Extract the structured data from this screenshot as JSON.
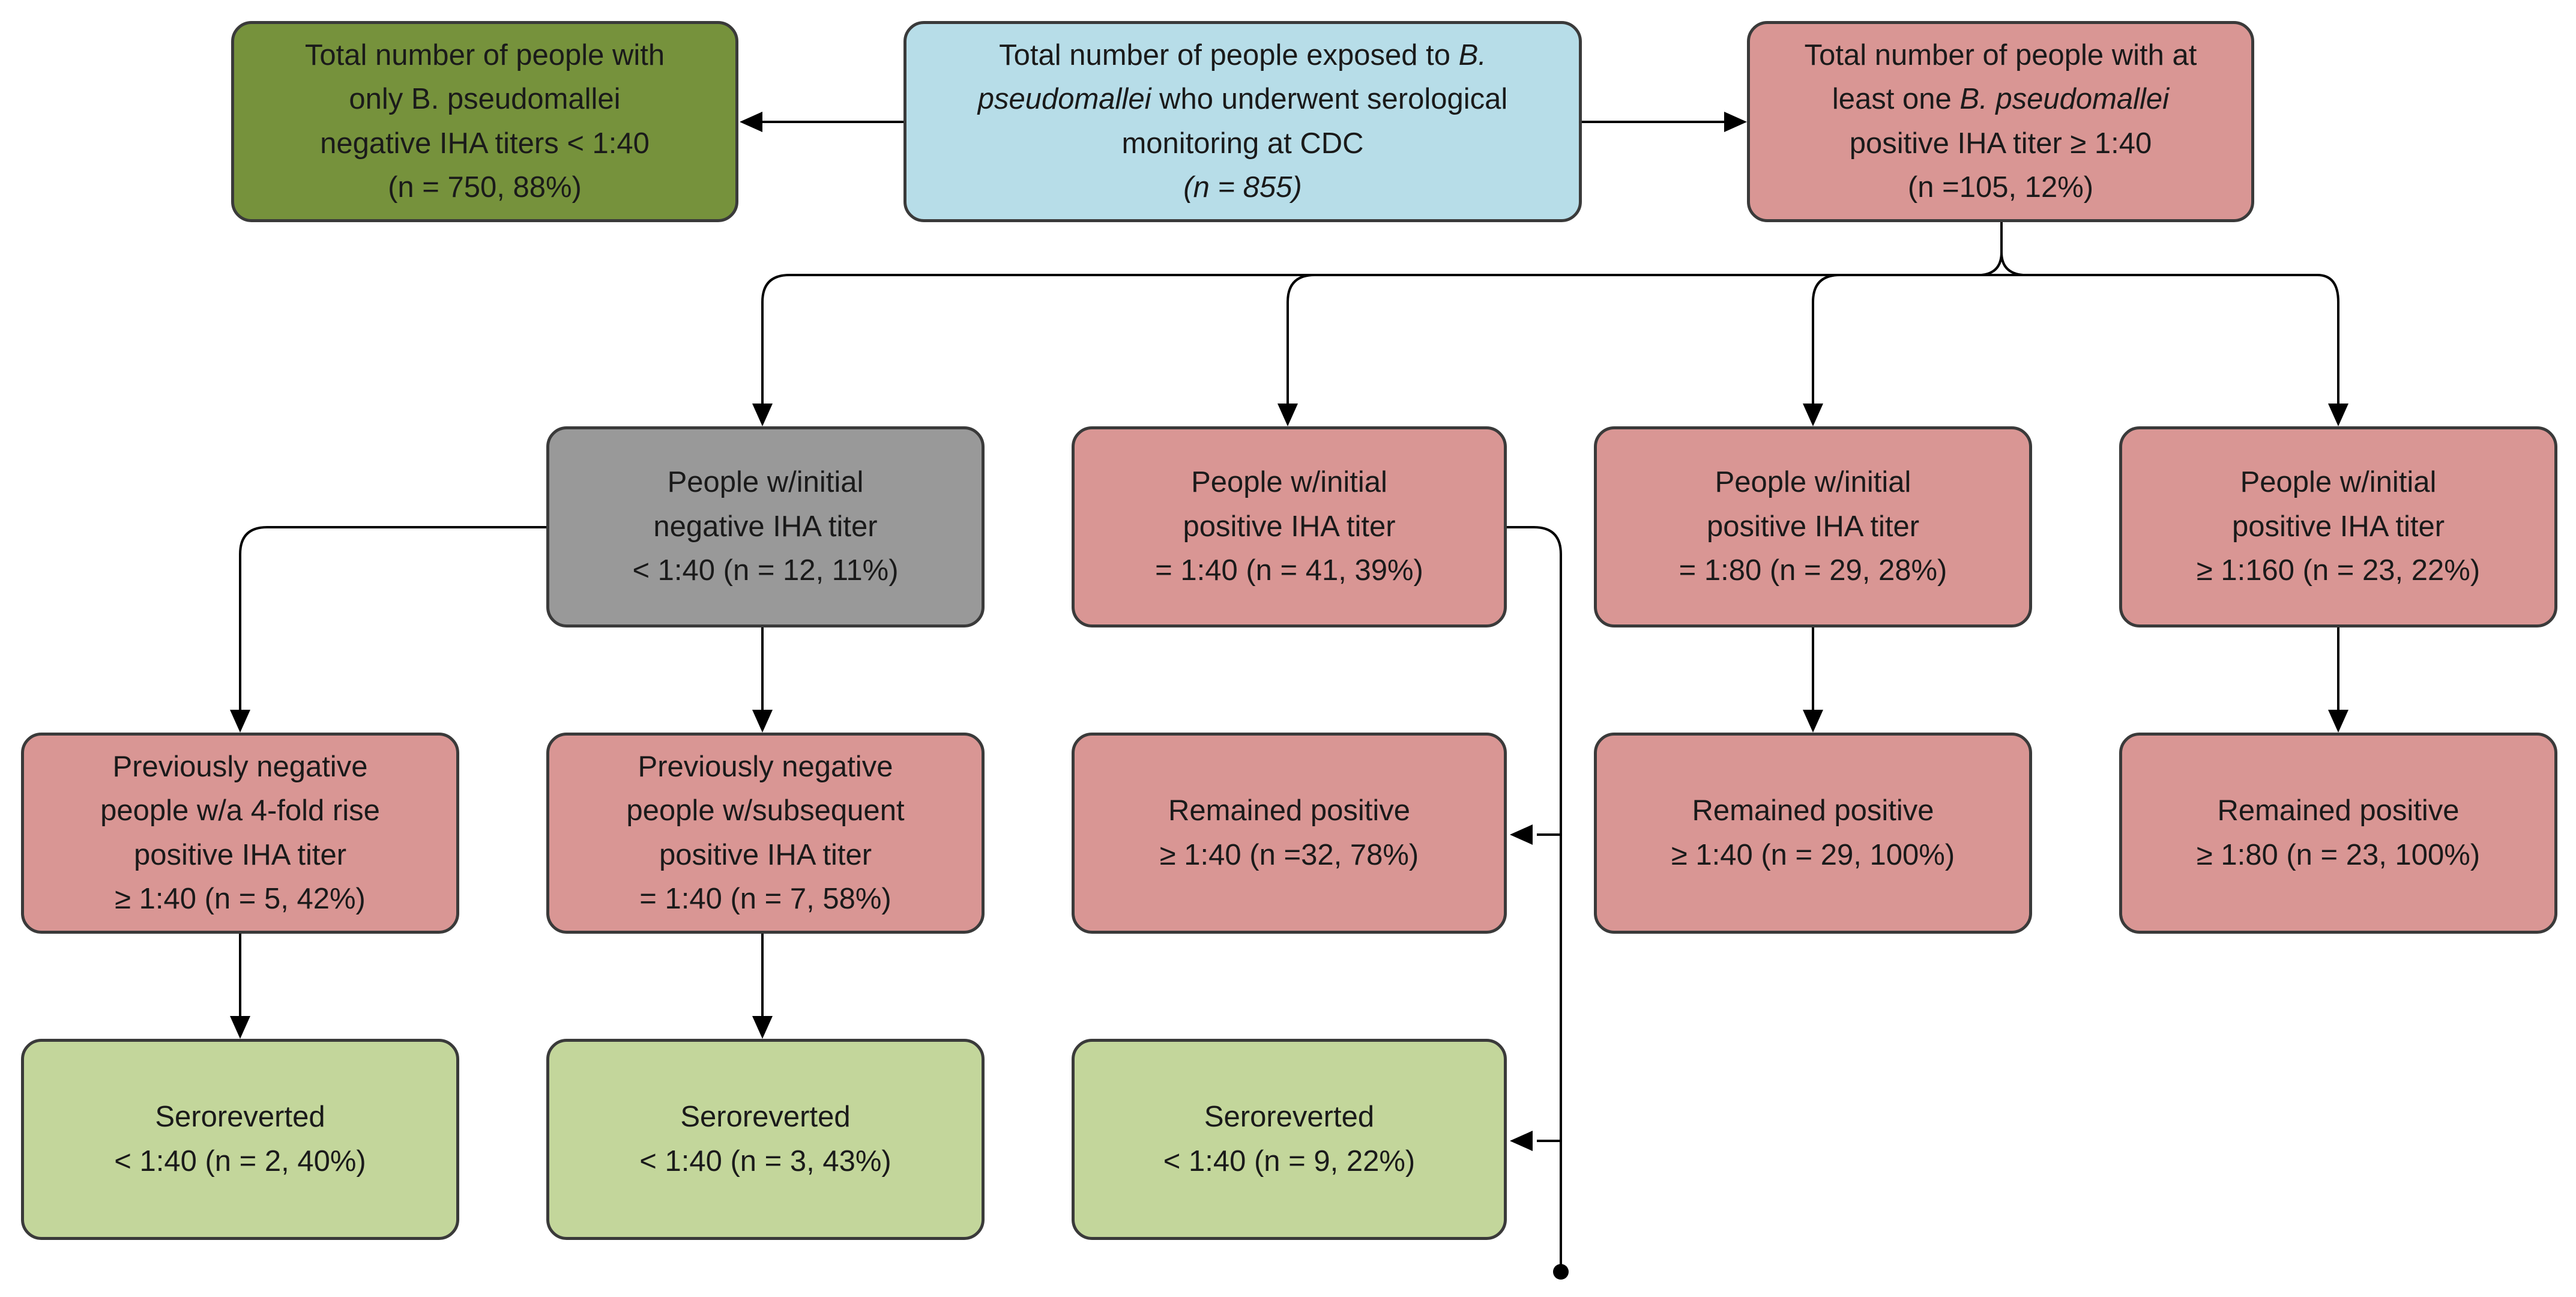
{
  "colors": {
    "negative_dark_green": "#76923c",
    "exposed_blue": "#b7dde8",
    "positive_pink": "#d99694",
    "initial_negative_gray": "#999999",
    "seroreverted_light_green": "#c3d69b",
    "border": "#3a3a3a",
    "connector": "#000000"
  },
  "boxes": {
    "negative_only": {
      "lines": [
        "Total number of people with",
        "only B. pseudomallei",
        "negative IHA titers < 1:40",
        "(n = 750, 88%)"
      ]
    },
    "exposed_total": {
      "l1": "Total number of people exposed to ",
      "l1_italic": "B.",
      "l2_italic": "pseudomallei",
      "l2": " who underwent serological",
      "l3": "monitoring at CDC",
      "l4_italic": "(n = 855)"
    },
    "positive_total": {
      "l1": "Total number of people with at",
      "l2": "least one ",
      "l2_italic": "B. pseudomallei",
      "l3": "positive IHA titer ≥ 1:40",
      "l4": "(n =105, 12%)"
    },
    "initial_negative": {
      "lines": [
        "People w/initial",
        "negative IHA titer",
        "< 1:40 (n = 12, 11%)"
      ]
    },
    "initial_pos_40": {
      "lines": [
        "People w/initial",
        "positive IHA titer",
        "= 1:40 (n = 41, 39%)"
      ]
    },
    "initial_pos_80": {
      "lines": [
        "People w/initial",
        "positive IHA titer",
        "= 1:80 (n = 29, 28%)"
      ]
    },
    "initial_pos_160": {
      "lines": [
        "People w/initial",
        "positive IHA titer",
        "≥ 1:160 (n = 23, 22%)"
      ]
    },
    "fourfold_rise": {
      "lines": [
        "Previously negative",
        "people w/a 4-fold rise",
        "positive IHA titer",
        "≥ 1:40 (n = 5, 42%)"
      ]
    },
    "subsequent_positive": {
      "lines": [
        "Previously negative",
        "people w/subsequent",
        "positive IHA titer",
        "= 1:40 (n = 7, 58%)"
      ]
    },
    "remained_pos_40": {
      "lines": [
        "Remained positive",
        "≥ 1:40 (n =32, 78%)"
      ]
    },
    "remained_pos_80": {
      "lines": [
        "Remained positive",
        "≥ 1:40 (n = 29, 100%)"
      ]
    },
    "remained_pos_160": {
      "lines": [
        "Remained positive",
        "≥ 1:80 (n = 23, 100%)"
      ]
    },
    "seroreverted_fourfold": {
      "lines": [
        "Seroreverted",
        "< 1:40 (n = 2, 40%)"
      ]
    },
    "seroreverted_subsequent": {
      "lines": [
        "Seroreverted",
        "< 1:40 (n = 3, 43%)"
      ]
    },
    "seroreverted_pos_40": {
      "lines": [
        "Seroreverted",
        "< 1:40 (n = 9, 22%)"
      ]
    }
  }
}
